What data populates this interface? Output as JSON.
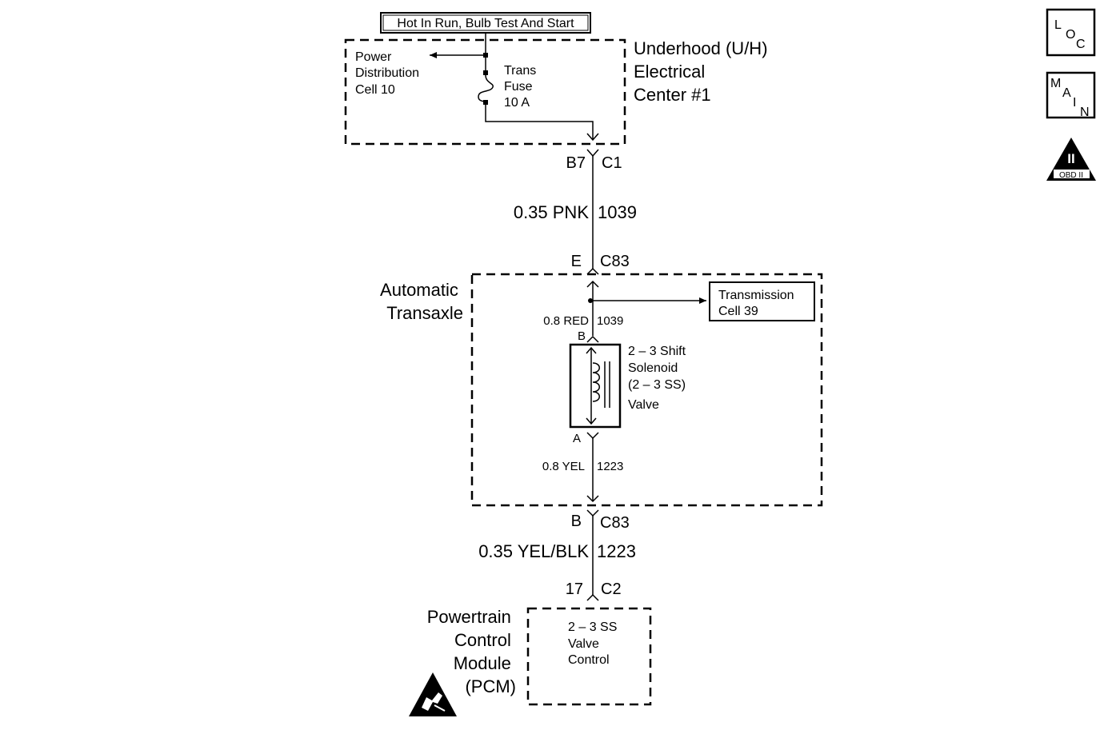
{
  "source": {
    "label": "Hot In Run, Bulb Test And Start"
  },
  "uh_center": {
    "title_lines": [
      "Underhood (U/H)",
      "Electrical",
      "Center #1"
    ],
    "power_dist_lines": [
      "Power",
      "Distribution",
      "Cell 10"
    ],
    "fuse_lines": [
      "Trans",
      "Fuse",
      "10 A"
    ]
  },
  "conn_c1": {
    "pin": "B7",
    "name": "C1"
  },
  "wire_top": {
    "gauge_color": "0.35 PNK",
    "circuit": "1039"
  },
  "conn_c83_top": {
    "pin": "E",
    "name": "C83"
  },
  "transaxle": {
    "title_lines": [
      "Automatic",
      "Transaxle"
    ],
    "wire_in": {
      "gauge_color": "0.8 RED",
      "circuit": "1039"
    },
    "pin_b": "B",
    "solenoid_lines": [
      "2 – 3 Shift",
      "Solenoid",
      "(2 – 3 SS)",
      "Valve"
    ],
    "pin_a": "A",
    "wire_out": {
      "gauge_color": "0.8 YEL",
      "circuit": "1223"
    },
    "ref_lines": [
      "Transmission",
      "Cell 39"
    ]
  },
  "conn_c83_bottom": {
    "pin": "B",
    "name": "C83"
  },
  "wire_bottom": {
    "gauge_color": "0.35 YEL/BLK",
    "circuit": "1223"
  },
  "conn_c2": {
    "pin": "17",
    "name": "C2"
  },
  "pcm": {
    "title_lines": [
      "Powertrain",
      "Control",
      "Module",
      "(PCM)"
    ],
    "function_lines": [
      "2 – 3 SS",
      "Valve",
      "Control"
    ]
  },
  "side_icons": {
    "loc": [
      "L",
      "O",
      "C"
    ],
    "main": [
      "M",
      "A",
      "I",
      "N"
    ],
    "obd": {
      "numeral": "II",
      "label": "OBD II"
    }
  }
}
